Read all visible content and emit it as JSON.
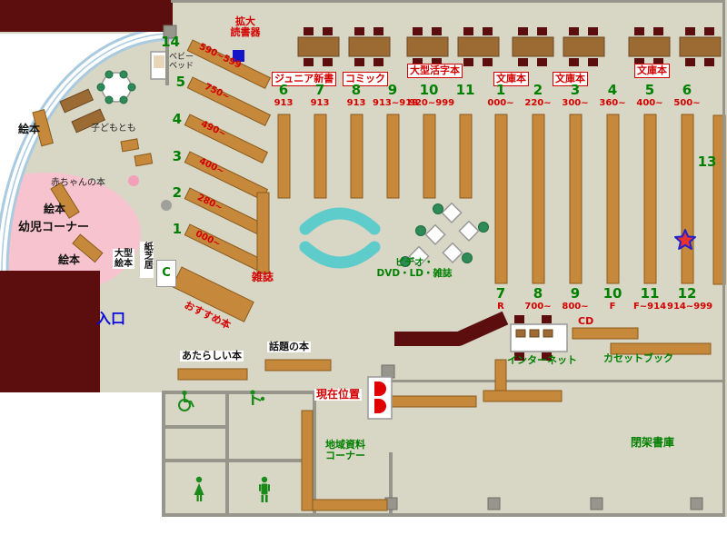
{
  "labels": {
    "entrance": "入口",
    "infant_corner": "幼児コーナー",
    "picture_books": "絵本",
    "baby_books": "赤ちゃんの本",
    "kodomo_tomo": "子どもとも",
    "baby_bed": [
      "ベビー",
      "ベッド"
    ],
    "large_picture_books": [
      "大型",
      "絵本"
    ],
    "kamishibai": "紙芝居",
    "magnifier": [
      "拡大",
      "読書器"
    ],
    "magazines": "雑誌",
    "recommended_books": "おすすめ本",
    "video_corner": [
      "ビデオ・",
      "DVD・LD・雑誌"
    ],
    "new_books": "あたらしい本",
    "topic_books": "話題の本",
    "current_location": "現在位置",
    "local_materials": [
      "地域資料",
      "コーナー"
    ],
    "cd": "CD",
    "internet": "インターネット",
    "cassette_book": "カセットブック",
    "closed_stacks": "閉架書庫",
    "c_mark": "C"
  },
  "categories": [
    "ジュニア新書",
    "コミック",
    "大型活字本",
    "文庫本",
    "文庫本",
    "文庫本"
  ],
  "shelf_groups": {
    "left_diagonal": [
      {
        "num": "14",
        "range": "590~599"
      },
      {
        "num": "5",
        "range": "750~"
      },
      {
        "num": "4",
        "range": "490~"
      },
      {
        "num": "3",
        "range": "400~"
      },
      {
        "num": "2",
        "range": "280~"
      },
      {
        "num": "1",
        "range": "000~"
      }
    ],
    "top_left": [
      {
        "num": "6",
        "range": "913"
      },
      {
        "num": "7",
        "range": "913"
      },
      {
        "num": "8",
        "range": "913"
      },
      {
        "num": "9",
        "range": "913~919"
      },
      {
        "num": "10",
        "range": "920~999"
      },
      {
        "num": "11",
        "range": ""
      }
    ],
    "top_right": [
      {
        "num": "1",
        "range": "000~"
      },
      {
        "num": "2",
        "range": "220~"
      },
      {
        "num": "3",
        "range": "300~"
      },
      {
        "num": "4",
        "range": "360~"
      },
      {
        "num": "5",
        "range": "400~"
      },
      {
        "num": "6",
        "range": "500~"
      }
    ],
    "bottom": [
      {
        "num": "7",
        "range": "R"
      },
      {
        "num": "8",
        "range": "700~"
      },
      {
        "num": "9",
        "range": "800~"
      },
      {
        "num": "10",
        "range": "F"
      },
      {
        "num": "11",
        "range": "F~914"
      },
      {
        "num": "12",
        "range": "914~999"
      }
    ],
    "right_wall": {
      "num": "13"
    }
  },
  "icons": {
    "star-icon": "red star with blue outline",
    "current-location-icon": "two red tabs marker",
    "wheelchair-icon": "wheelchair pictogram",
    "baby-changing-icon": "adult with baby pictogram",
    "womens-toilet-icon": "woman pictogram",
    "mens-toilet-icon": "man pictogram",
    "magnifier-device-icon": "blue square",
    "c-icon": "C"
  },
  "colors": {
    "wall_maroon": "#5c0e0e",
    "shelf_tan": "#c6893c",
    "floor": "#d8d6c5",
    "kids_pink": "#f7c3cf",
    "bench_cyan": "#5fcccc",
    "text_green": "#008000",
    "text_red": "#d40000",
    "text_blue": "#0a0adc",
    "glass_band": "#a9cadf"
  }
}
